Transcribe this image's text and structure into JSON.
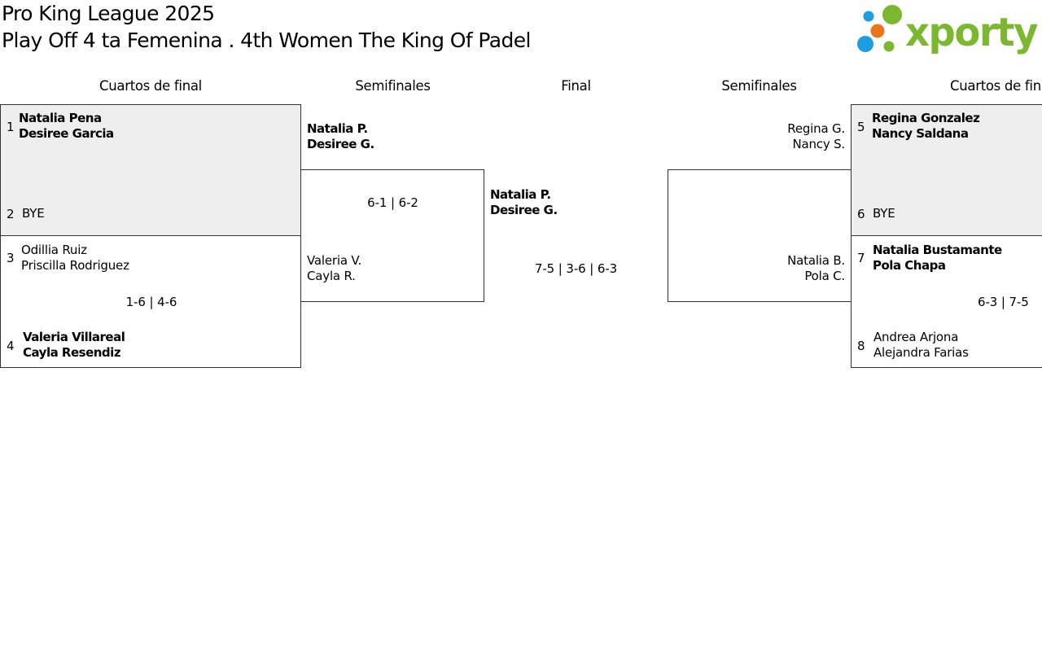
{
  "header": {
    "title_line1": "Pro King League 2025",
    "title_line2": "Play Off 4 ta Femenina . 4th Women The King Of Padel",
    "logo_text": "xporty",
    "logo_colors": {
      "green": "#7cb82f",
      "blue": "#1a9ee0",
      "orange": "#e8761c"
    }
  },
  "rounds": {
    "left_qf": "Cuartos de final",
    "left_sf": "Semifinales",
    "final": "Final",
    "right_sf": "Semifinales",
    "right_qf": "Cuartos de final"
  },
  "left": {
    "qf1": {
      "top": {
        "seed": "1",
        "p1": "Natalia Pena",
        "p2": "Desiree Garcia"
      },
      "bottom": {
        "seed": "2",
        "p1": "BYE"
      }
    },
    "qf2": {
      "top": {
        "seed": "3",
        "p1": "Odillia Ruiz",
        "p2": "Priscilla Rodriguez"
      },
      "score": "1-6 | 4-6",
      "bottom": {
        "seed": "4",
        "p1": "Valeria Villareal",
        "p2": "Cayla Resendiz"
      }
    },
    "sf": {
      "top": {
        "p1": "Natalia P.",
        "p2": "Desiree G."
      },
      "score": "6-1 | 6-2",
      "bottom": {
        "p1": "Valeria V.",
        "p2": "Cayla R."
      }
    }
  },
  "final": {
    "winner": {
      "p1": "Natalia P.",
      "p2": "Desiree G."
    },
    "score": "7-5 | 3-6 | 6-3"
  },
  "right": {
    "qf1": {
      "top": {
        "seed": "5",
        "p1": "Regina Gonzalez",
        "p2": "Nancy Saldana"
      },
      "bottom": {
        "seed": "6",
        "p1": "BYE"
      }
    },
    "qf2": {
      "top": {
        "seed": "7",
        "p1": "Natalia Bustamante",
        "p2": "Pola Chapa"
      },
      "score": "6-3 | 7-5",
      "bottom": {
        "seed": "8",
        "p1": "Andrea Arjona",
        "p2": "Alejandra Farias"
      }
    },
    "sf": {
      "top": {
        "p1": "Regina G.",
        "p2": "Nancy S."
      },
      "bottom": {
        "p1": "Natalia B.",
        "p2": "Pola C."
      }
    }
  }
}
